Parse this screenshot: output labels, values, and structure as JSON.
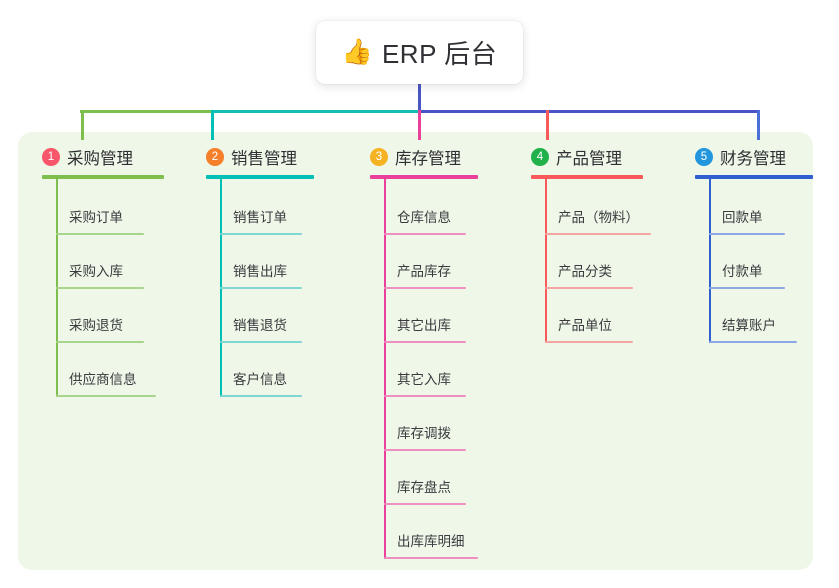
{
  "page": {
    "background": "#ffffff",
    "panel_color": "#eef7e8"
  },
  "root": {
    "icon": "thumbs-up-icon",
    "emoji": "👍",
    "title": "ERP 后台"
  },
  "connectors": {
    "trunk_color": "#4a54c4",
    "bar_segments": [
      {
        "name": "green-segment",
        "color": "#7dbe4c"
      },
      {
        "name": "teal-segment",
        "color": "#12bdb3"
      },
      {
        "name": "purple-segment",
        "color": "#4a54c4"
      }
    ]
  },
  "columns": [
    {
      "index": "1",
      "title": "采购管理",
      "badge_color": "#f8566a",
      "line_color": "#7dbe4c",
      "leaf_line_color": "#a9d48b",
      "drop_color": "#7dbe4c",
      "items": [
        "采购订单",
        "采购入库",
        "采购退货",
        "供应商信息"
      ]
    },
    {
      "index": "2",
      "title": "销售管理",
      "badge_color": "#f57f2a",
      "line_color": "#00bfb5",
      "leaf_line_color": "#7ed7d1",
      "drop_color": "#00bfb5",
      "items": [
        "销售订单",
        "销售出库",
        "销售退货",
        "客户信息"
      ]
    },
    {
      "index": "3",
      "title": "库存管理",
      "badge_color": "#f5b323",
      "line_color": "#ea3f9a",
      "leaf_line_color": "#f08ec0",
      "drop_color": "#ea3f9a",
      "items": [
        "仓库信息",
        "产品库存",
        "其它出库",
        "其它入库",
        "库存调拨",
        "库存盘点",
        "出库库明细"
      ]
    },
    {
      "index": "4",
      "title": "产品管理",
      "badge_color": "#21b14b",
      "line_color": "#f8595a",
      "leaf_line_color": "#f4a4a1",
      "drop_color": "#f8595a",
      "items": [
        "产品（物料）",
        "产品分类",
        "产品单位"
      ]
    },
    {
      "index": "5",
      "title": "财务管理",
      "badge_color": "#2196dd",
      "line_color": "#2f5fd0",
      "leaf_line_color": "#8ca9e4",
      "drop_color": "#4a6fd6",
      "items": [
        "回款单",
        "付款单",
        "结算账户"
      ]
    }
  ]
}
